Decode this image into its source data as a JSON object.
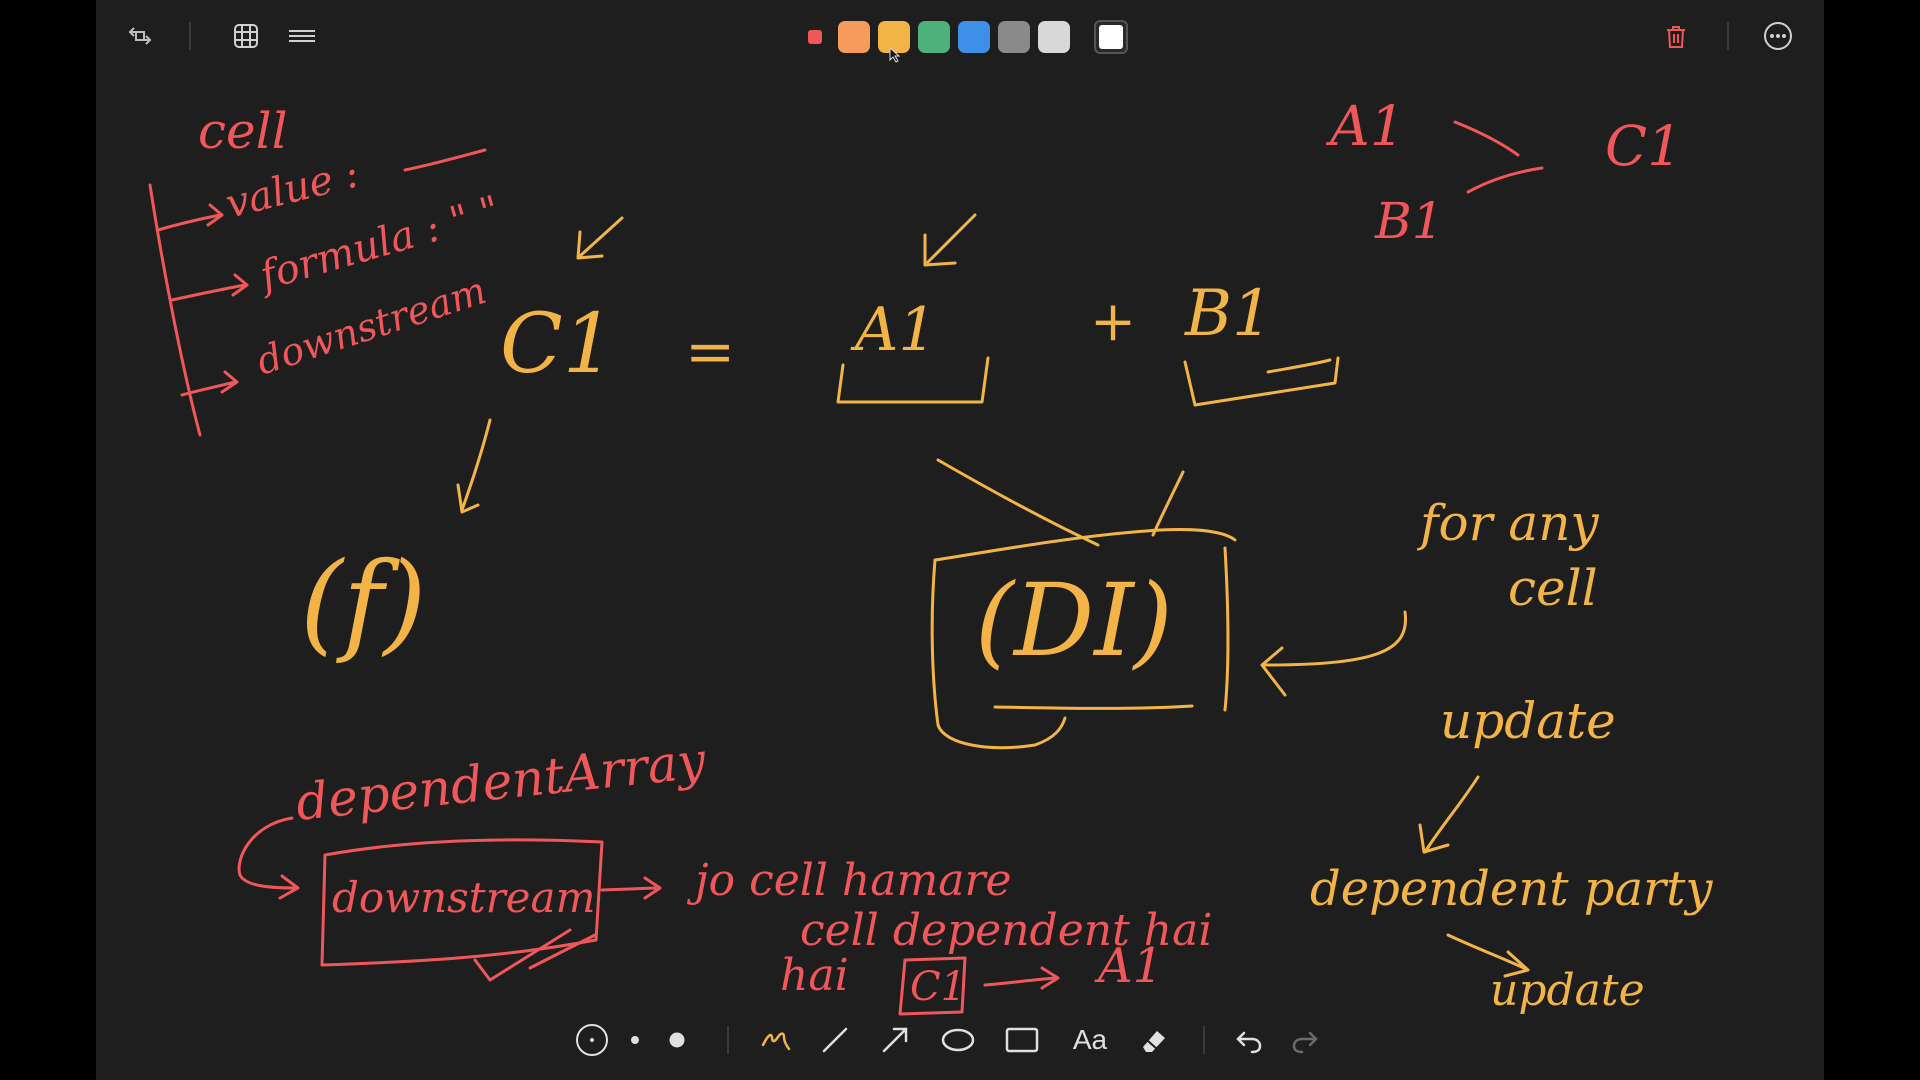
{
  "colors": {
    "palette": [
      "#f0575a",
      "#f59b5b",
      "#f2b446",
      "#4eb07a",
      "#3d8fe8",
      "#8a8a8a",
      "#d8d8d8",
      "#ffffff"
    ],
    "selected": "#f2b446",
    "ink_red": "#f0575a",
    "ink_yellow": "#f2b446"
  },
  "toolbar_top": {
    "icons": [
      "expand-icon",
      "grid-icon",
      "lines-icon",
      "trash-icon",
      "more-icon"
    ]
  },
  "toolbar_bottom": {
    "icons": [
      "pointer-dot-icon",
      "small-dot-icon",
      "large-dot-icon",
      "pen-icon",
      "line-icon",
      "arrow-icon",
      "ellipse-icon",
      "rectangle-icon",
      "text-icon",
      "eraser-icon",
      "undo-icon",
      "redo-icon"
    ],
    "text_tool_label": "Aa"
  },
  "notes": {
    "cell": "cell",
    "value": "value :",
    "formula": "formula : \" \"",
    "downstream": "downstream",
    "c1": "C1",
    "equals": "=",
    "a1": "A1",
    "plus": "+",
    "b1": "B1",
    "f": "(f)",
    "di": "(DI)",
    "for_any_cell_1": "for any",
    "for_any_cell_2": "cell",
    "update_1": "update",
    "dependent_party": "dependent party",
    "update_2": "update",
    "top_a1": "A1",
    "top_b1": "B1",
    "top_c1": "C1",
    "dependent_array": "dependentArray",
    "downstream_box": "downstream",
    "jo_cell": "jo cell hamare",
    "cell_dependent": "cell dependent hai",
    "hai": "hai",
    "c1_box": "C1",
    "a1_bottom": "A1"
  }
}
